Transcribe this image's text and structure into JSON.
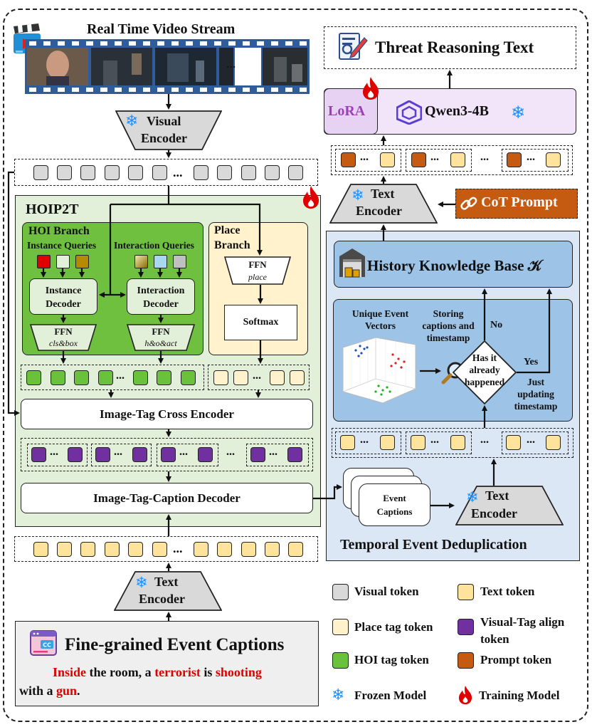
{
  "video": {
    "title": "Real Time Video Stream",
    "ellipsis": "..."
  },
  "visual_encoder": {
    "line1": "Visual",
    "line2": "Encoder"
  },
  "token_ellipsis": "...",
  "hoip2t": {
    "title": "HOIP2T",
    "hoi_branch": {
      "title": "HOI Branch",
      "instance_queries": "Instance Queries",
      "interaction_queries": "Interaction Queries",
      "instance_decoder": [
        "Instance",
        "Decoder"
      ],
      "interaction_decoder": [
        "Interaction",
        "Decoder"
      ],
      "ffn_left": {
        "label": "FFN",
        "sub": "cls&box"
      },
      "ffn_right": {
        "label": "FFN",
        "sub": "h&o&act"
      }
    },
    "place_branch": {
      "title_line1": "Place",
      "title_line2": "Branch",
      "ffn": {
        "label": "FFN",
        "sub": "place"
      },
      "softmax": "Softmax"
    },
    "cross_encoder": "Image-Tag Cross Encoder",
    "caption_decoder": "Image-Tag-Caption Decoder"
  },
  "text_encoder_bottom": {
    "line1": "Text",
    "line2": "Encoder"
  },
  "captions_box": {
    "title": "Fine-grained Event Captions",
    "sentence_parts": [
      {
        "text": "Inside",
        "red": true
      },
      {
        "text": " the room, a ",
        "red": false
      },
      {
        "text": "terrorist",
        "red": true
      },
      {
        "text": " is ",
        "red": false
      },
      {
        "text": "shooting",
        "red": true
      }
    ],
    "line2_parts": [
      {
        "text": "with a ",
        "red": false
      },
      {
        "text": "gun",
        "red": true
      },
      {
        "text": ".",
        "red": false
      }
    ]
  },
  "threat": {
    "title": "Threat Reasoning Text"
  },
  "llm": {
    "lora": "LoRA",
    "model": "Qwen3-4B"
  },
  "text_encoder_top": {
    "line1": "Text",
    "line2": "Encoder"
  },
  "cot_prompt": "CoT Prompt",
  "ted": {
    "title": "Temporal Event Deduplication",
    "kb_title": "History Knowledge Base 𝒦",
    "unique_vectors": [
      "Unique  Event",
      "Vectors"
    ],
    "storing": [
      "Storing",
      "captions and",
      "timestamp"
    ],
    "no": "No",
    "yes": "Yes",
    "decision": [
      "Has it",
      "already",
      "happened"
    ],
    "just_updating": [
      "Just",
      "updating",
      "timestamp"
    ],
    "event_captions": [
      "Event",
      "Captions"
    ],
    "text_encoder": {
      "line1": "Text",
      "line2": "Encoder"
    }
  },
  "legend": {
    "visual_token": "Visual  token",
    "text_token": "Text token",
    "place_tag_token": "Place tag token",
    "visual_tag_align_line1": "Visual-Tag  align",
    "visual_tag_align_line2": "token",
    "hoi_tag_token": "HOI tag token",
    "prompt_token": "Prompt token",
    "frozen_model": "Frozen Model",
    "training_model": "Training  Model"
  },
  "colors": {
    "hoip2t_bg": "#e2efd9",
    "hoi_branch_bg": "#70c040",
    "place_branch_bg": "#fff2cc",
    "ted_bg": "#dbe7f5",
    "kb_bg": "#9dc3e6",
    "llm_bg": "#f3e5f9",
    "lora_bg": "#e8d2f4",
    "cot_bg": "#c55a11",
    "flame": "#e00000",
    "snowflake": "#1e90ff"
  }
}
